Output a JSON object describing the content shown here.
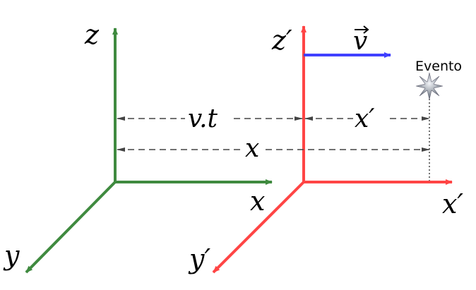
{
  "labels": {
    "z": "z",
    "x": "x",
    "y": "y",
    "z_prime": "z′",
    "x_prime": "x′",
    "y_prime": "y′",
    "velocity": "v",
    "vt": "v.t",
    "x_prime_distance": "x′",
    "x_distance": "x",
    "event": "Evento"
  },
  "colors": {
    "frame_s": "#3f8a3f",
    "frame_s_prime": "#ff4545",
    "velocity": "#4040ff",
    "dimension": "#444444"
  }
}
